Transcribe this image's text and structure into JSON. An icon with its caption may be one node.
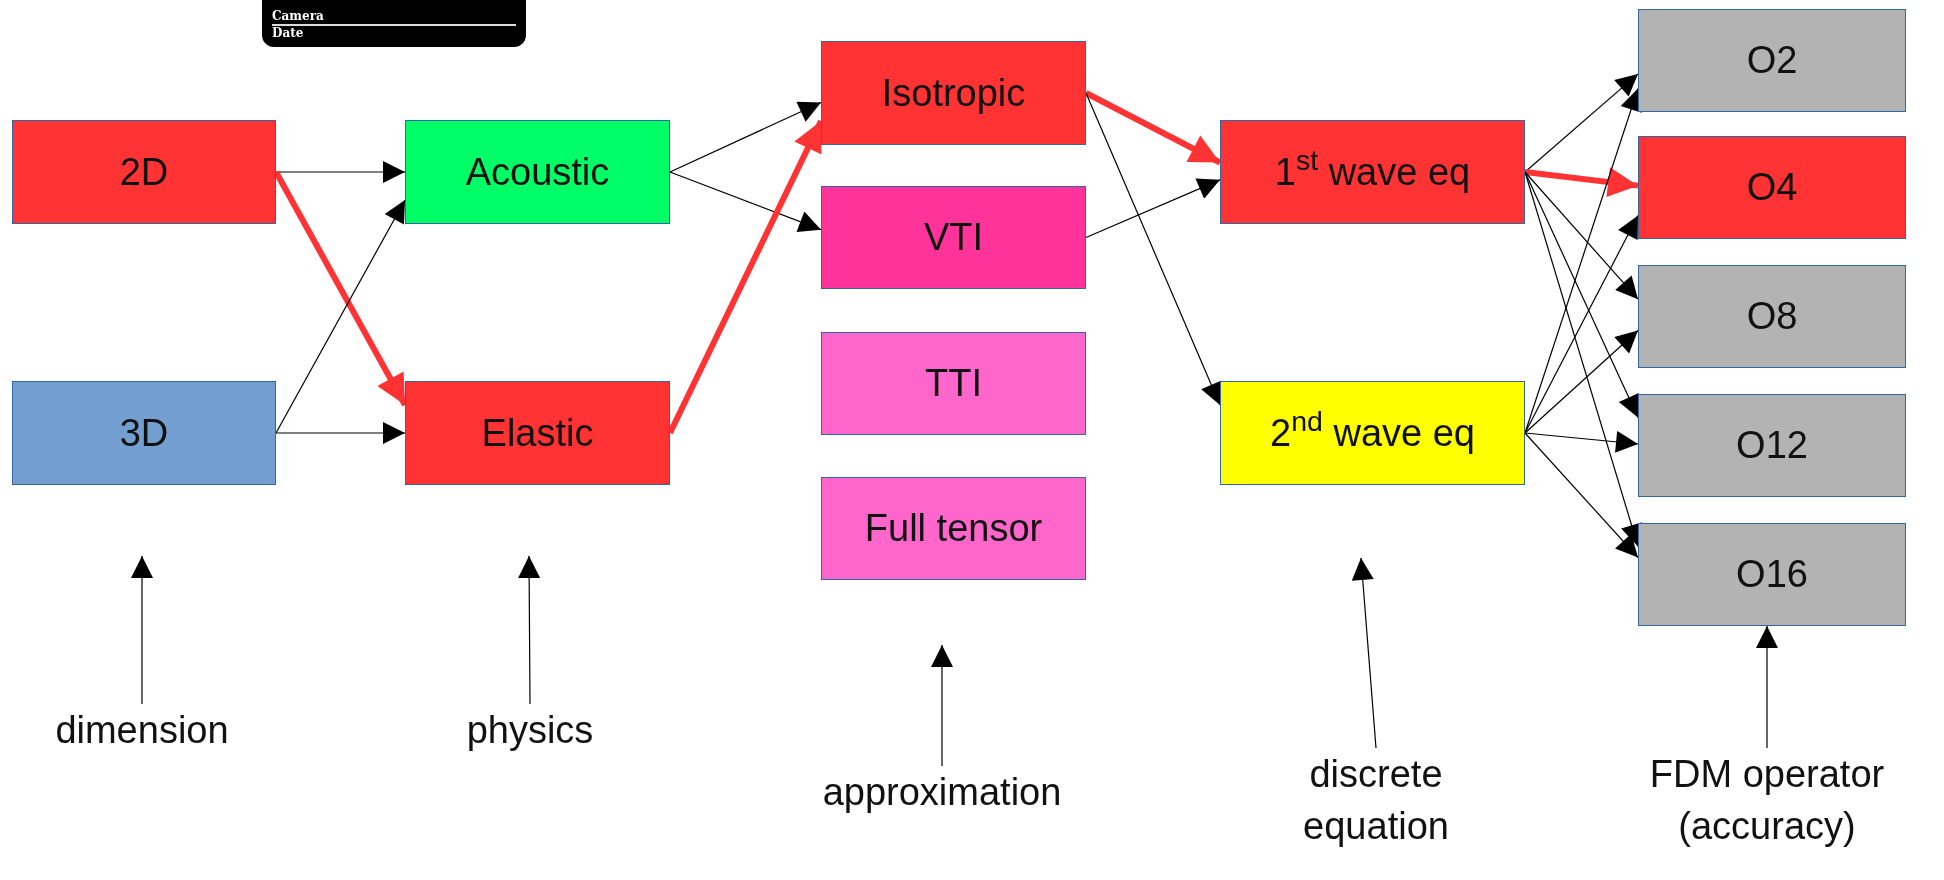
{
  "diagram": {
    "nodes": [
      {
        "text": [
          "Camera",
          "Date"
        ]
      },
      {
        "text": [
          "2D"
        ]
      },
      {
        "text": [
          "3D"
        ]
      },
      {
        "text": [
          "Acoustic"
        ]
      },
      {
        "text": [
          "Elastic"
        ]
      },
      {
        "text": [
          "Isotropic"
        ]
      },
      {
        "text": [
          "VTI"
        ]
      },
      {
        "text": [
          "TTI"
        ]
      },
      {
        "text": [
          "Full tensor"
        ]
      },
      {
        "text": [
          "1$^{st}$ wave eq"
        ]
      },
      {
        "text": [
          "2$^{nd}$ wave eq"
        ]
      },
      {
        "text": [
          "O2"
        ]
      },
      {
        "text": [
          "O4"
        ]
      },
      {
        "text": [
          "O8"
        ]
      },
      {
        "text": [
          "O12"
        ]
      },
      {
        "text": [
          "O16"
        ]
      },
      {
        "text": [
          "dimension"
        ]
      },
      {
        "text": [
          "physics"
        ]
      },
      {
        "text": [
          "approximation"
        ]
      },
      {
        "text": [
          "discrete equation"
        ]
      },
      {
        "text": [
          "FDM operator (accuracy)"
        ]
      }
    ],
    "edges": [
      {
        "from": 1,
        "to": 3,
        "arrow": "to"
      },
      {
        "from": 1,
        "to": 4,
        "arrow": "to",
        "style": "thick",
        "color": "#ff3333"
      },
      {
        "from": 2,
        "to": 3,
        "arrow": "to"
      },
      {
        "from": 2,
        "to": 4,
        "arrow": "to"
      },
      {
        "from": 3,
        "to": 5,
        "arrow": "to"
      },
      {
        "from": 3,
        "to": 6,
        "arrow": "to"
      },
      {
        "from": 4,
        "to": 5,
        "arrow": "to",
        "style": "thick",
        "color": "#ff3333"
      },
      {
        "from": 5,
        "to": 9,
        "arrow": "to",
        "style": "thick",
        "color": "#ff3333"
      },
      {
        "from": 5,
        "to": 10,
        "arrow": "to"
      },
      {
        "from": 6,
        "to": 9,
        "arrow": "to"
      },
      {
        "from": 9,
        "to": 11,
        "arrow": "to"
      },
      {
        "from": 9,
        "to": 12,
        "arrow": "to",
        "style": "thick",
        "color": "#ff3333"
      },
      {
        "from": 9,
        "to": 13,
        "arrow": "to"
      },
      {
        "from": 9,
        "to": 14,
        "arrow": "to"
      },
      {
        "from": 9,
        "to": 15,
        "arrow": "to"
      },
      {
        "from": 10,
        "to": 11,
        "arrow": "to"
      },
      {
        "from": 10,
        "to": 12,
        "arrow": "to"
      },
      {
        "from": 10,
        "to": 13,
        "arrow": "to"
      },
      {
        "from": 10,
        "to": 14,
        "arrow": "to"
      },
      {
        "from": 10,
        "to": 15,
        "arrow": "to"
      },
      {
        "from": 16,
        "to": null,
        "arrow": "to"
      },
      {
        "from": 17,
        "to": null,
        "arrow": "to"
      },
      {
        "from": 18,
        "to": null,
        "arrow": "to"
      },
      {
        "from": 19,
        "to": null,
        "arrow": "to"
      },
      {
        "from": 20,
        "to": 15,
        "arrow": "to"
      }
    ]
  }
}
